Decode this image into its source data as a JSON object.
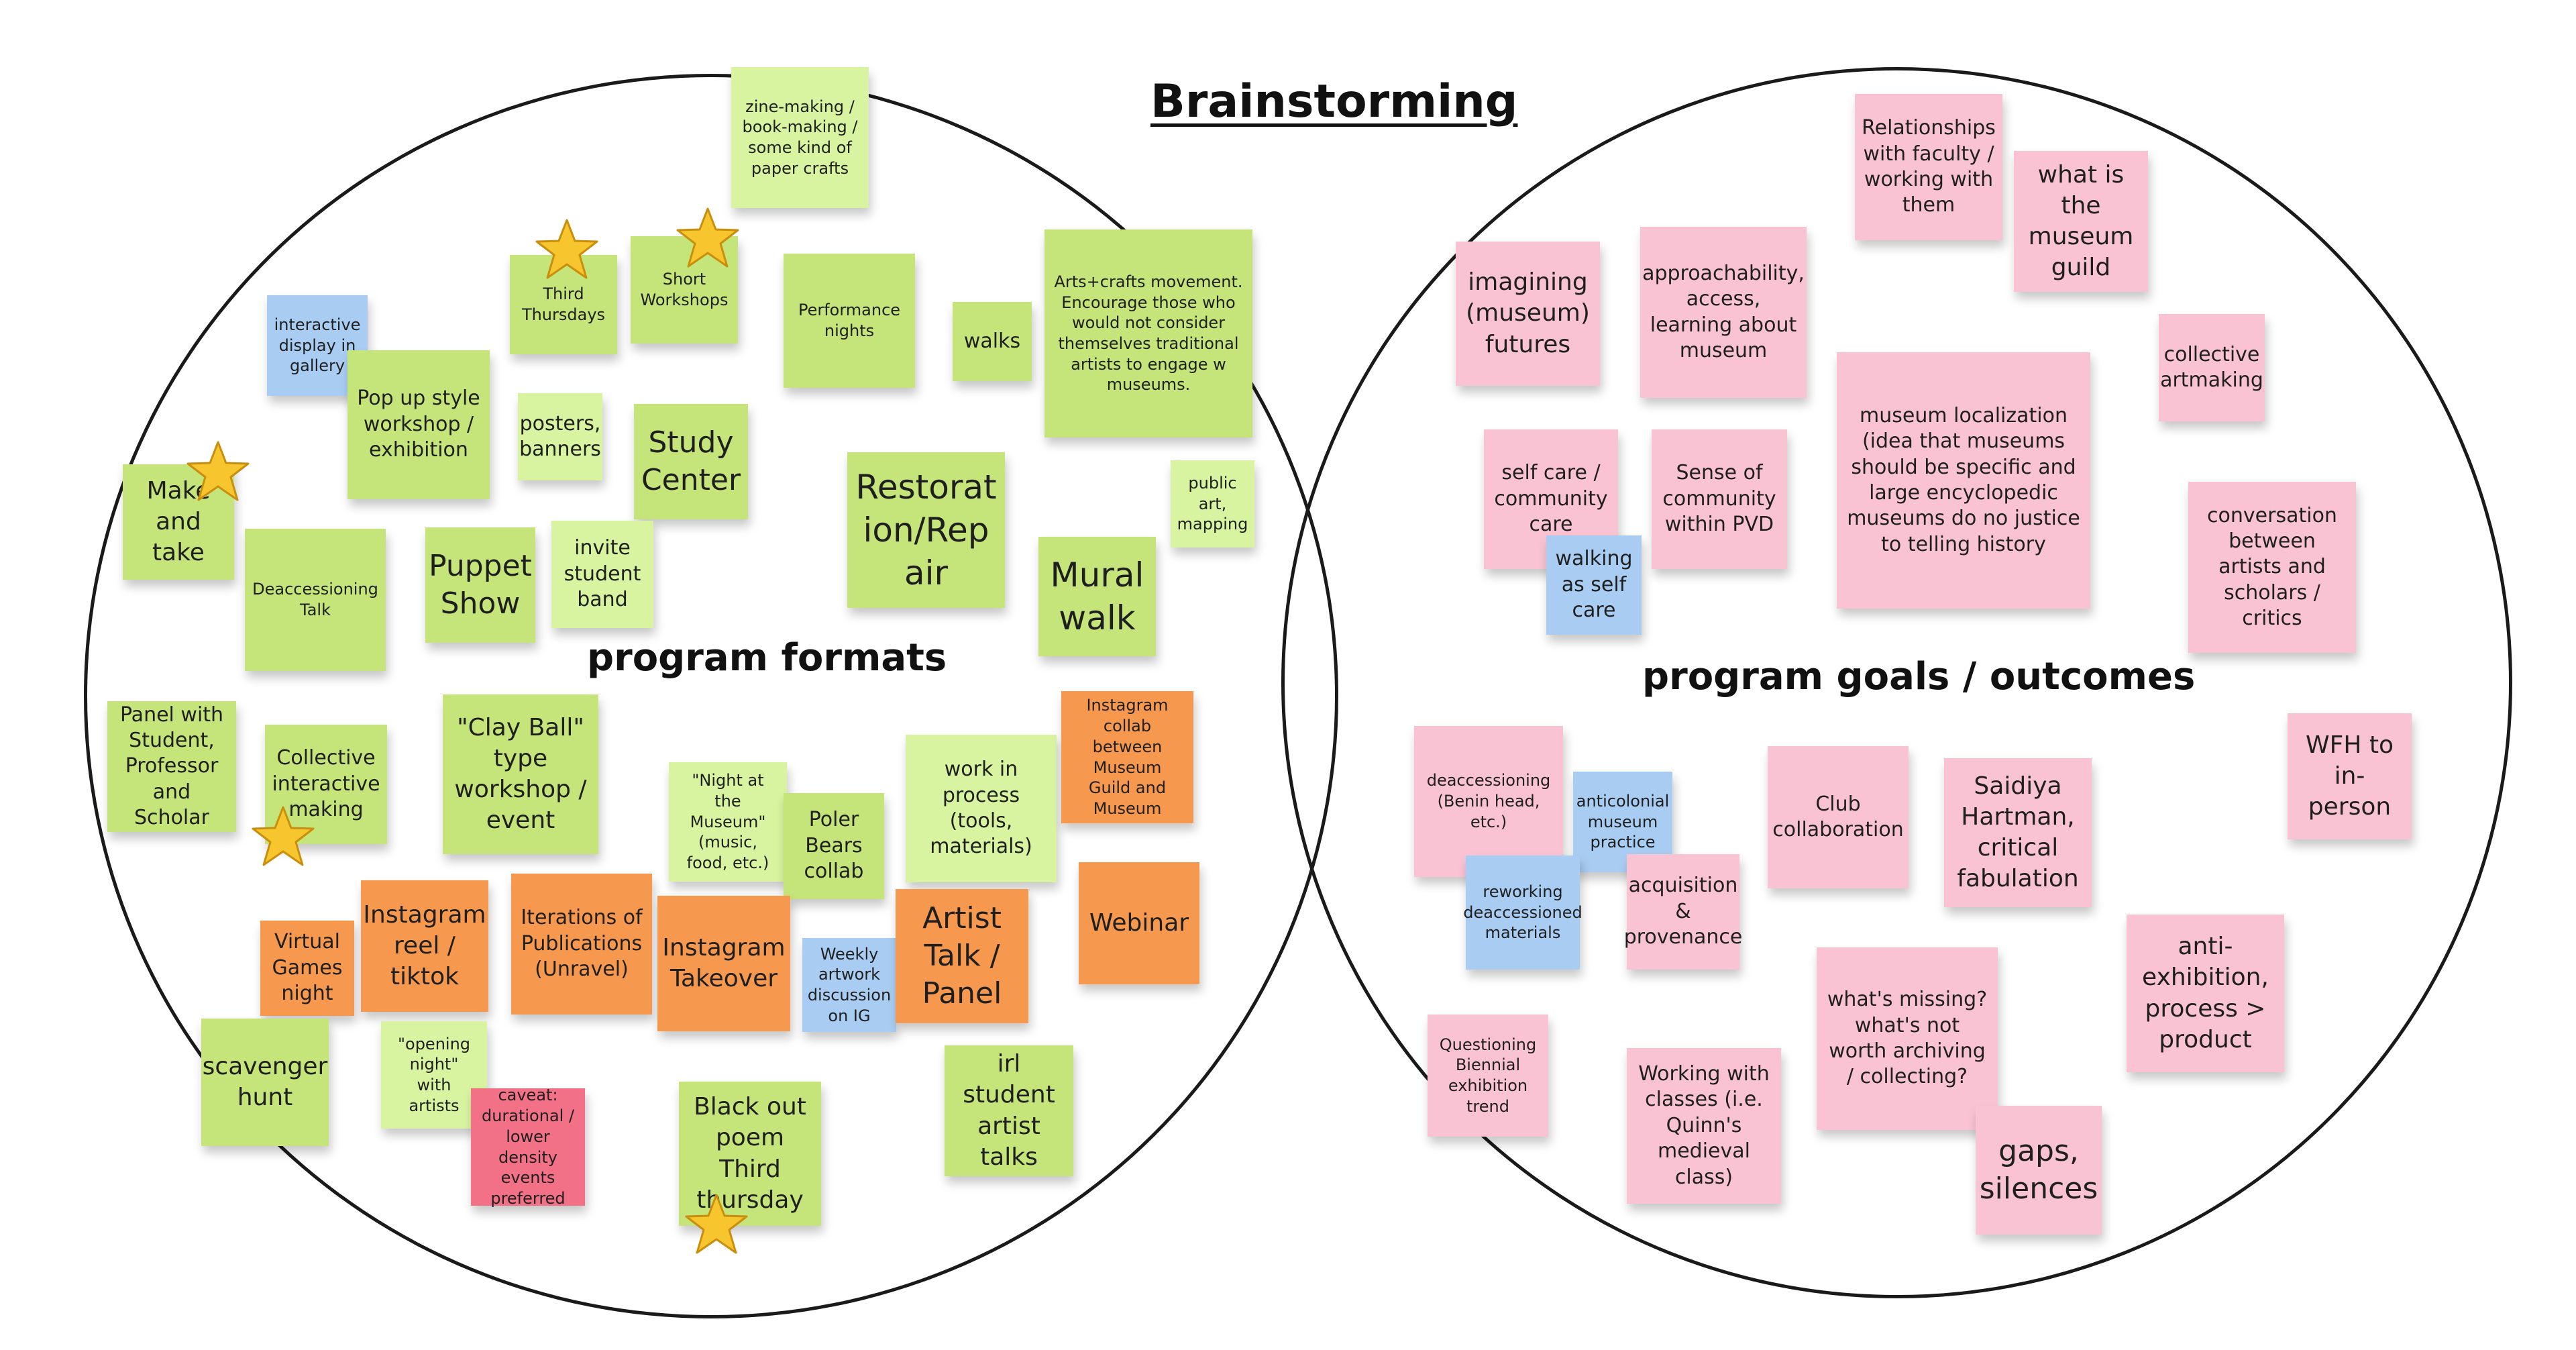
{
  "board": {
    "title": "Brainstorming",
    "left_label": "program formats",
    "right_label": "program goals / outcomes"
  },
  "notes": {
    "zine": "zine-making / book-making / some kind of paper crafts",
    "third_thursdays": "Third Thursdays",
    "short_workshops": "Short Workshops",
    "performance_nights": "Performance nights",
    "walks": "walks",
    "arts_crafts": "Arts+crafts movement. Encourage those who would not consider themselves traditional artists to engage w museums.",
    "interactive_display": "interactive display in gallery",
    "pop_up": "Pop up style workshop / exhibition",
    "posters": "posters, banners",
    "study_center": "Study Center",
    "restoration": "Restorat ion/Rep air",
    "public_art": "public art, mapping",
    "make_take": "Make and take",
    "deaccessioning_talk": "Deaccessioning Talk",
    "puppet_show": "Puppet Show",
    "invite_band": "invite student band",
    "mural_walk": "Mural walk",
    "panel_with": "Panel with Student, Professor and Scholar",
    "collective_interactive": "Collective interactive making",
    "clay_ball": "\"Clay Ball\" type workshop / event",
    "night_museum": "\"Night at the Museum\" (music, food, etc.)",
    "poler_bears": "Poler Bears collab",
    "work_in_process": "work in process (tools, materials)",
    "instagram_collab": "Instagram collab between Museum Guild and Museum",
    "virtual_games": "Virtual Games night",
    "instagram_reel": "Instagram reel / tiktok",
    "iterations": "Iterations of Publications (Unravel)",
    "instagram_takeover": "Instagram Takeover",
    "weekly_artwork": "Weekly artwork discussion on IG",
    "artist_talk": "Artist Talk / Panel",
    "webinar": "Webinar",
    "scavenger": "scavenger hunt",
    "opening_night": "\"opening night\" with artists",
    "caveat": "caveat: durational / lower density events preferred",
    "blackout": "Black out poem Third thursday",
    "irl_student": "irl student artist talks",
    "relationships": "Relationships with faculty / working with them",
    "museum_guild": "what is the museum guild",
    "imagining": "imagining (museum) futures",
    "approachability": "approachability, access, learning about museum",
    "collective_artmaking": "collective artmaking",
    "localization": "museum localization (idea that museums should be specific and large encyclopedic museums do no justice to telling history",
    "self_care": "self care / community care",
    "sense_community": "Sense of community within PVD",
    "walking_self_care": "walking as self care",
    "conversation": "conversation between artists and scholars / critics",
    "deaccessioning_benin": "deaccessioning (Benin head, etc.)",
    "anticolonial": "anticolonial museum practice",
    "club_collab": "Club collaboration",
    "saidiya": "Saidiya Hartman, critical fabulation",
    "wfh": "WFH to in-person",
    "reworking": "reworking deaccessioned materials",
    "acquisition": "acquisition & provenance",
    "anti_exhibition": "anti-exhibition, process > product",
    "whats_missing": "what's missing? what's not worth archiving / collecting?",
    "questioning_biennial": "Questioning Biennial exhibition trend",
    "working_classes": "Working with classes (i.e. Quinn's medieval class)",
    "gaps": "gaps, silences"
  }
}
